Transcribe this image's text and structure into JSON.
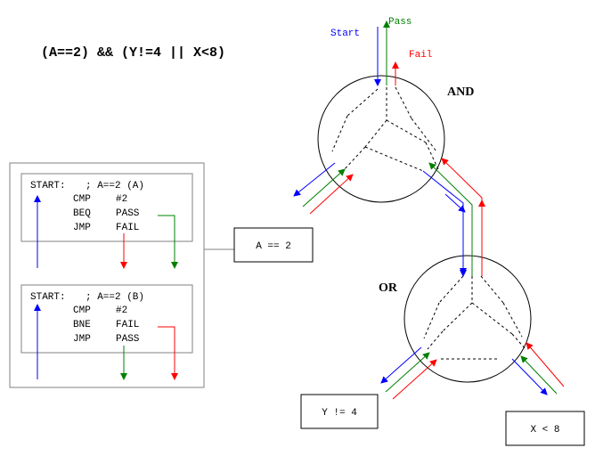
{
  "expression": "(A==2) && (Y!=4 || X<8)",
  "gates": {
    "and_label": "AND",
    "or_label": "OR"
  },
  "signals": {
    "start": "Start",
    "pass": "Pass",
    "fail": "Fail"
  },
  "colors": {
    "start": "#0000ff",
    "pass": "#008000",
    "fail": "#ff0000",
    "line": "#000000"
  },
  "code_blocks": [
    {
      "label": "START:",
      "comment": "; A==2 (A)",
      "lines": [
        {
          "op": "CMP",
          "arg": "#2"
        },
        {
          "op": "BEQ",
          "arg": "PASS"
        },
        {
          "op": "JMP",
          "arg": "FAIL"
        }
      ]
    },
    {
      "label": "START:",
      "comment": "; A==2 (B)",
      "lines": [
        {
          "op": "CMP",
          "arg": "#2"
        },
        {
          "op": "BNE",
          "arg": "FAIL"
        },
        {
          "op": "JMP",
          "arg": "PASS"
        }
      ]
    }
  ],
  "conditions": {
    "a": "A == 2",
    "y": "Y != 4",
    "x": "X < 8"
  }
}
